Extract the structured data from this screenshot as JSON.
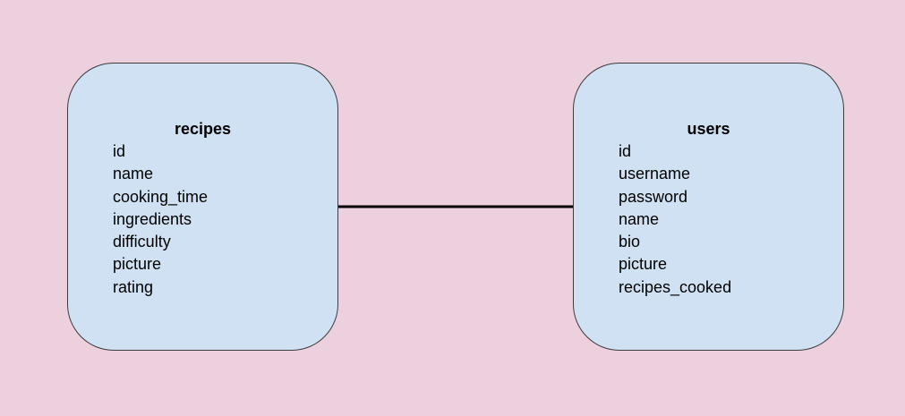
{
  "colors": {
    "background": "#ecd0de",
    "entity_fill": "#cfe1f2",
    "entity_border": "#3c3c3c",
    "connector": "#000000"
  },
  "entities": [
    {
      "title": "recipes",
      "fields": [
        "id",
        "name",
        "cooking_time",
        "ingredients",
        "difficulty",
        "picture",
        "rating"
      ]
    },
    {
      "title": "users",
      "fields": [
        "id",
        "username",
        "password",
        "name",
        "bio",
        "picture",
        "recipes_cooked"
      ]
    }
  ],
  "relationships": [
    {
      "from": "recipes",
      "to": "users"
    }
  ]
}
